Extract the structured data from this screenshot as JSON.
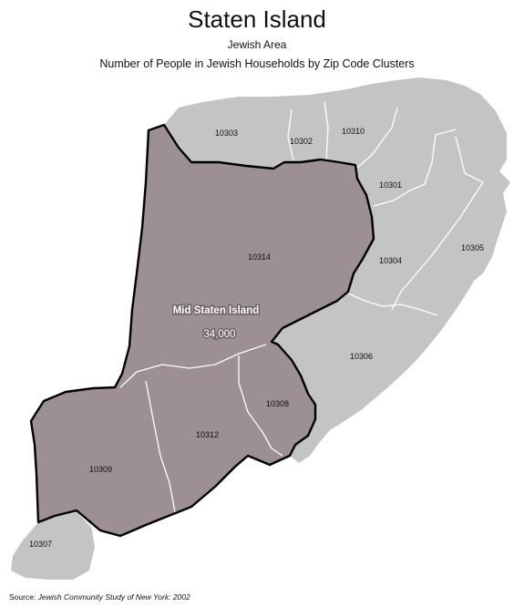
{
  "title": "Staten Island",
  "subtitle": "Jewish Area",
  "heading": "Number of People in Jewish Households by Zip Code Clusters",
  "highlight_region": {
    "name": "Mid Staten Island",
    "value": "34,000",
    "zip_codes": [
      "10314",
      "10312",
      "10308",
      "10309"
    ]
  },
  "zip_labels": {
    "z10303": "10303",
    "z10302": "10302",
    "z10310": "10310",
    "z10301": "10301",
    "z10314": "10314",
    "z10304": "10304",
    "z10305": "10305",
    "z10306": "10306",
    "z10308": "10308",
    "z10312": "10312",
    "z10309": "10309",
    "z10307": "10307"
  },
  "source": {
    "prefix": "Source: ",
    "title": "Jewish Community Study of New York: 2002"
  },
  "colors": {
    "highlight_fill": "#9c9092",
    "other_fill": "#c4c4c4",
    "internal_border": "#ffffff",
    "highlight_border": "#000000"
  }
}
